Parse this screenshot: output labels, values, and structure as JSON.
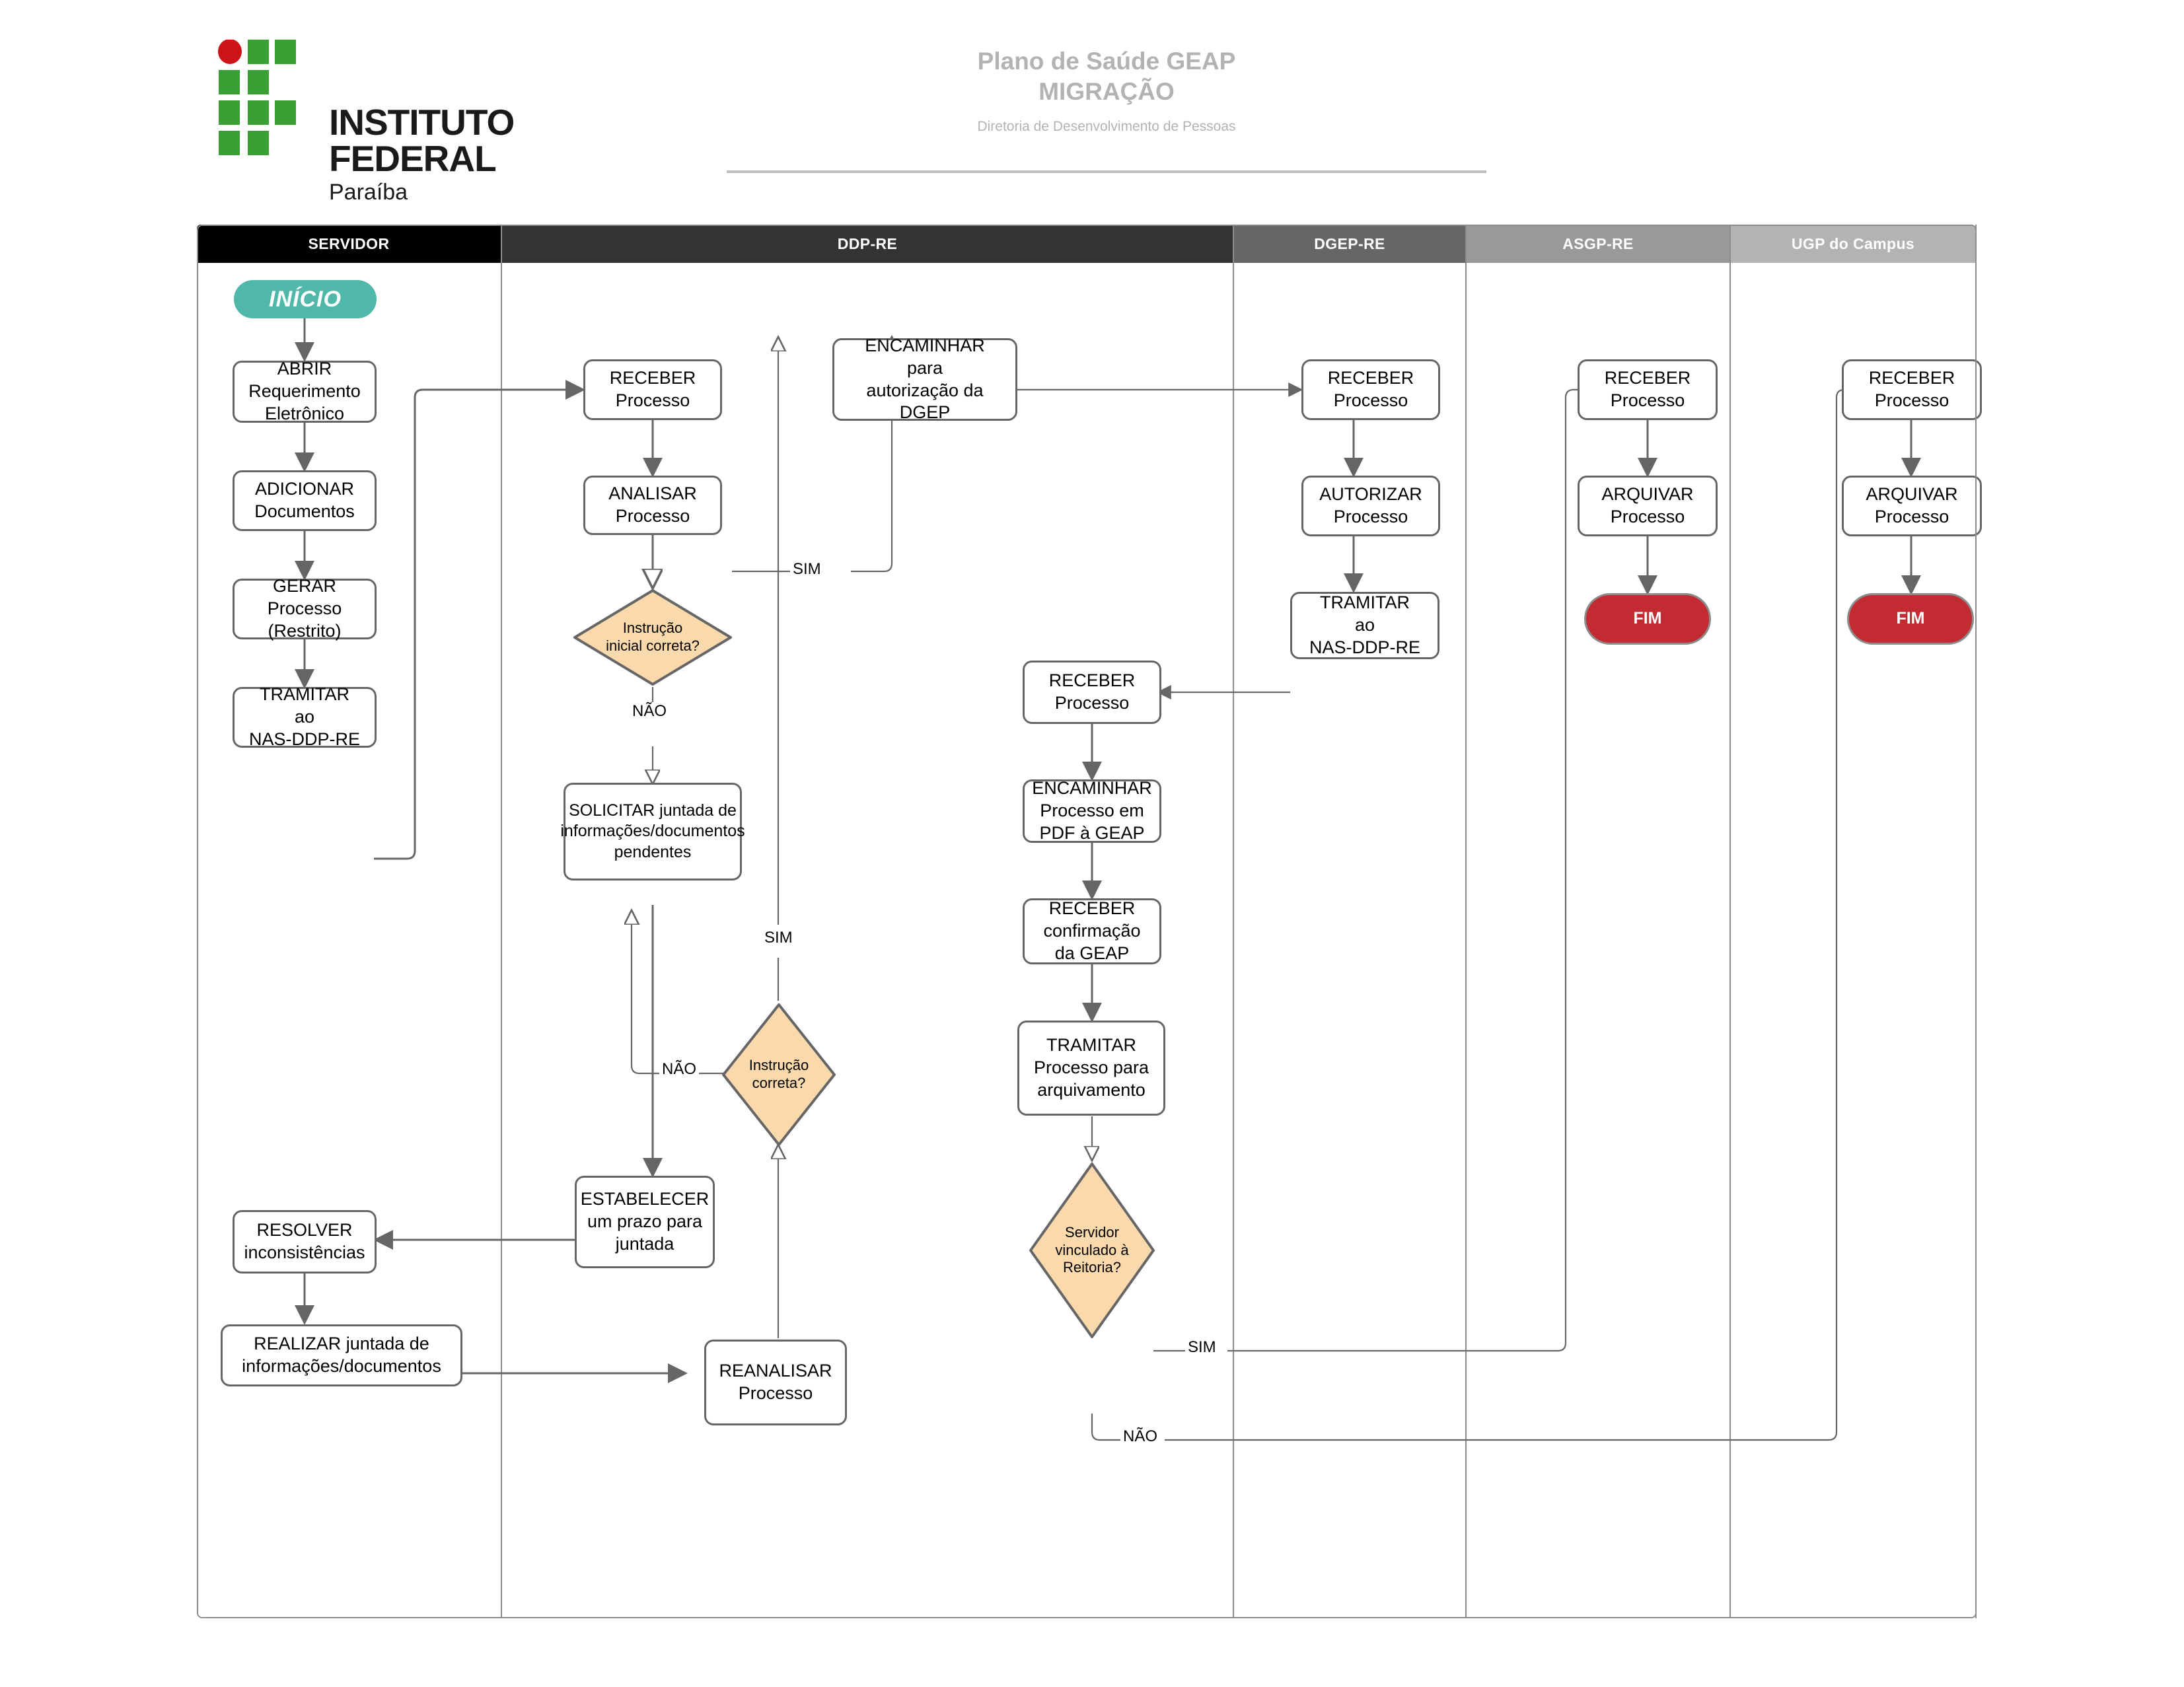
{
  "header": {
    "logo": {
      "institute": "INSTITUTO FEDERAL",
      "campus": "Paraíba"
    },
    "title_line1": "Plano de Saúde GEAP",
    "title_line2": "MIGRAÇÃO",
    "subtitle": "Diretoria de Desenvolvimento de Pessoas"
  },
  "lanes": [
    {
      "id": "servidor",
      "label": "SERVIDOR",
      "color": "#000000"
    },
    {
      "id": "ddp-re",
      "label": "DDP-RE",
      "color": "#333333"
    },
    {
      "id": "dgep-re",
      "label": "DGEP-RE",
      "color": "#666666"
    },
    {
      "id": "asgp-re",
      "label": "ASGP-RE",
      "color": "#999999"
    },
    {
      "id": "ugp",
      "label": "UGP do Campus",
      "color": "#b3b3b3"
    }
  ],
  "colors": {
    "start_fill": "#4FB8A8",
    "end_fill": "#C32B33",
    "decision_fill": "#FAD9AC",
    "node_border": "#666666",
    "edge": "#737373"
  },
  "nodes": {
    "inicio": {
      "label": "INÍCIO",
      "lane": "servidor",
      "type": "start"
    },
    "abrir": {
      "label": "ABRIR\nRequerimento\nEletrônico",
      "lane": "servidor",
      "type": "process"
    },
    "adicionar": {
      "label": "ADICIONAR\nDocumentos",
      "lane": "servidor",
      "type": "process"
    },
    "gerar": {
      "label": "GERAR\nProcesso\n(Restrito)",
      "lane": "servidor",
      "type": "process"
    },
    "tramitar_nas": {
      "label": "TRAMITAR\nao\nNAS-DDP-RE",
      "lane": "servidor",
      "type": "process"
    },
    "resolver": {
      "label": "RESOLVER\ninconsistências",
      "lane": "servidor",
      "type": "process"
    },
    "realizar": {
      "label": "REALIZAR  juntada de\ninformações/documentos",
      "lane": "servidor",
      "type": "process"
    },
    "receber_ddp": {
      "label": "RECEBER\nProcesso",
      "lane": "ddp-re",
      "type": "process"
    },
    "analisar": {
      "label": "ANALISAR\nProcesso",
      "lane": "ddp-re",
      "type": "process"
    },
    "dec_inicial": {
      "label": "Instrução\ninicial correta?",
      "lane": "ddp-re",
      "type": "decision"
    },
    "solicitar": {
      "label": "SOLICITAR juntada de\ninformações/documentos\npendentes",
      "lane": "ddp-re",
      "type": "process"
    },
    "estabelecer": {
      "label": "ESTABELECER\num prazo para\njuntada",
      "lane": "ddp-re",
      "type": "process"
    },
    "reanalisar": {
      "label": "REANALISAR\nProcesso",
      "lane": "ddp-re",
      "type": "process"
    },
    "dec_correta": {
      "label": "Instrução\ncorreta?",
      "lane": "ddp-re",
      "type": "decision"
    },
    "encaminhar_dgep": {
      "label": "ENCAMINHAR\npara\nautorização da\nDGEP",
      "lane": "ddp-re",
      "type": "process"
    },
    "receber_ddp2": {
      "label": "RECEBER\nProcesso",
      "lane": "ddp-re",
      "type": "process"
    },
    "encaminhar_geap": {
      "label": "ENCAMINHAR\nProcesso em\nPDF à GEAP",
      "lane": "ddp-re",
      "type": "process"
    },
    "receber_conf": {
      "label": "RECEBER\nconfirmação\nda GEAP",
      "lane": "ddp-re",
      "type": "process"
    },
    "tramitar_arq": {
      "label": "TRAMITAR\nProcesso para\narquivamento",
      "lane": "ddp-re",
      "type": "process"
    },
    "dec_reitoria": {
      "label": "Servidor\nvinculado à\nReitoria?",
      "lane": "ddp-re",
      "type": "decision"
    },
    "receber_dgep": {
      "label": "RECEBER\nProcesso",
      "lane": "dgep-re",
      "type": "process"
    },
    "autorizar": {
      "label": "AUTORIZAR\nProcesso",
      "lane": "dgep-re",
      "type": "process"
    },
    "tramitar_nasddp": {
      "label": "TRAMITAR\nao\nNAS-DDP-RE",
      "lane": "dgep-re",
      "type": "process"
    },
    "receber_asgp": {
      "label": "RECEBER\nProcesso",
      "lane": "asgp-re",
      "type": "process"
    },
    "arquivar_asgp": {
      "label": "ARQUIVAR\nProcesso",
      "lane": "asgp-re",
      "type": "process"
    },
    "fim_asgp": {
      "label": "FIM",
      "lane": "asgp-re",
      "type": "end"
    },
    "receber_ugp": {
      "label": "RECEBER\nProcesso",
      "lane": "ugp",
      "type": "process"
    },
    "arquivar_ugp": {
      "label": "ARQUIVAR\nProcesso",
      "lane": "ugp",
      "type": "process"
    },
    "fim_ugp": {
      "label": "FIM",
      "lane": "ugp",
      "type": "end"
    }
  },
  "edge_labels": {
    "sim_inicial": "SIM",
    "nao_inicial": "NÃO",
    "sim_correta": "SIM",
    "nao_correta": "NÃO",
    "sim_reitoria": "SIM",
    "nao_reitoria": "NÃO"
  }
}
